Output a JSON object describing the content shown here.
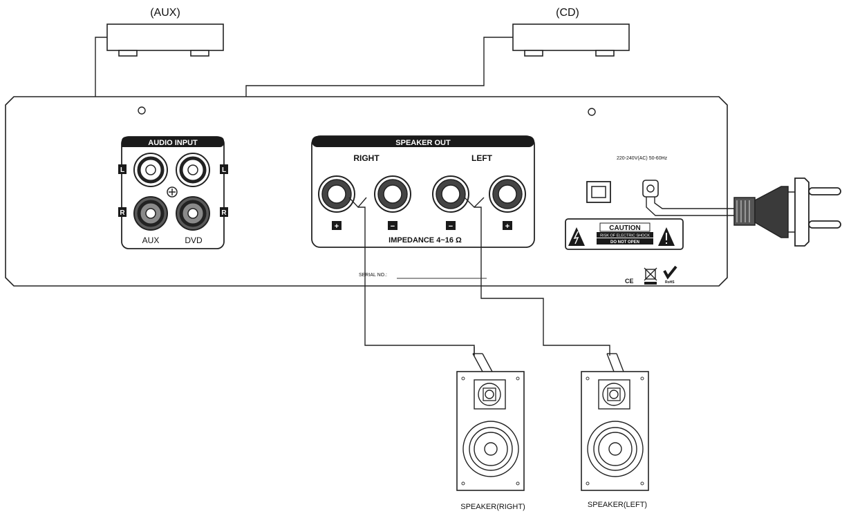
{
  "devices": {
    "aux": {
      "label": "(AUX)"
    },
    "cd": {
      "label": "(CD)"
    }
  },
  "panel": {
    "audio_input": {
      "title": "AUDIO INPUT",
      "left_marker": "L",
      "right_marker": "R",
      "aux_label": "AUX",
      "dvd_label": "DVD"
    },
    "speaker_out": {
      "title": "SPEAKER OUT",
      "right_label": "RIGHT",
      "left_label": "LEFT",
      "impedance": "IMPEDANCE 4~16 Ω",
      "plus_sign": "+",
      "minus_sign": "−"
    },
    "power_rating": "220-240V(AC) 50-60Hz",
    "caution": {
      "title": "CAUTION",
      "line1": "RISK OF ELECTRIC SHOCK",
      "line2": "DO NOT OPEN"
    },
    "serial_label": "SERIAL NO.:",
    "marks": {
      "ce": "CE",
      "rohs": "RoHS"
    }
  },
  "speakers": {
    "right": {
      "label": "SPEAKER(RIGHT)"
    },
    "left": {
      "label": "SPEAKER(LEFT)"
    }
  },
  "colors": {
    "line": "#222222",
    "label_band": "#1a1a1a",
    "jack_dark": "#3a3a3a"
  }
}
